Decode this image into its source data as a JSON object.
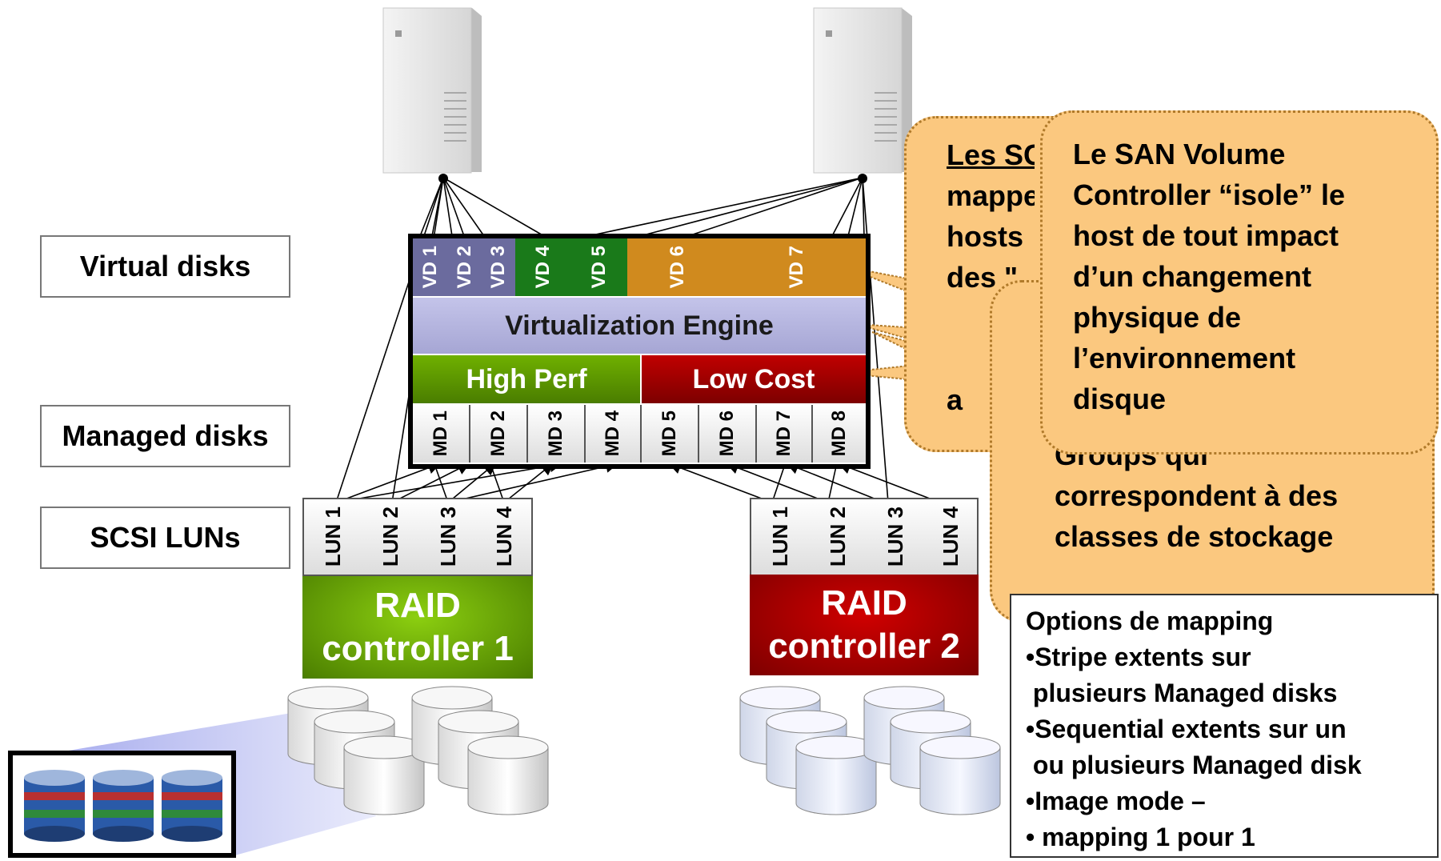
{
  "row_labels": {
    "virtual_disks": "Virtual disks",
    "managed_disks": "Managed disks",
    "scsi_luns": "SCSI LUNs"
  },
  "virtual_disks": [
    "VD 1",
    "VD 2",
    "VD 3",
    "VD 4",
    "VD 5",
    "VD 6",
    "VD 7"
  ],
  "engine_label": "Virtualization Engine",
  "pools": {
    "high": "High Perf",
    "low": "Low Cost"
  },
  "managed_disks": [
    "MD 1",
    "MD 2",
    "MD 3",
    "MD 4",
    "MD 5",
    "MD 6",
    "MD 7",
    "MD 8"
  ],
  "raid1": {
    "luns": [
      "LUN 1",
      "LUN 2",
      "LUN 3",
      "LUN 4"
    ],
    "line1": "RAID",
    "line2": "controller 1"
  },
  "raid2": {
    "luns": [
      "LUN 1",
      "LUN 2",
      "LUN 3",
      "LUN 4"
    ],
    "line1": "RAID",
    "line2": "controller 2"
  },
  "callout_back_visible": {
    "line1": "Les SC",
    "line2": "mappe",
    "line3": "hosts",
    "line4": "des \"",
    "line5": "a"
  },
  "callout_middle_visible": {
    "line1": "Groups qui",
    "line2": "correspondent à des",
    "line3": "classes de stockage"
  },
  "callout_front": {
    "line1": "Le SAN Volume",
    "line2": "Controller “isole” le",
    "line3": "host de tout impact",
    "line4": "d’un changement",
    "line5": "physique de",
    "line6": "l’environnement",
    "line7": "disque"
  },
  "mapping_box": {
    "title": "Options de mapping",
    "line1": "•Stripe extents sur",
    "line2": " plusieurs Managed disks",
    "line3": "•Sequential extents sur un",
    "line4": " ou plusieurs Managed disk",
    "line5": "•Image mode –",
    "line6": "• mapping 1 pour 1"
  },
  "colors": {
    "vd_blue": "#6b6b9e",
    "vd_green": "#1a7a1a",
    "vd_orange": "#d08a1e",
    "engine": "#b4b4de",
    "high_perf": "#5d9a00",
    "low_cost": "#a00000",
    "callout": "#fbc87f"
  }
}
